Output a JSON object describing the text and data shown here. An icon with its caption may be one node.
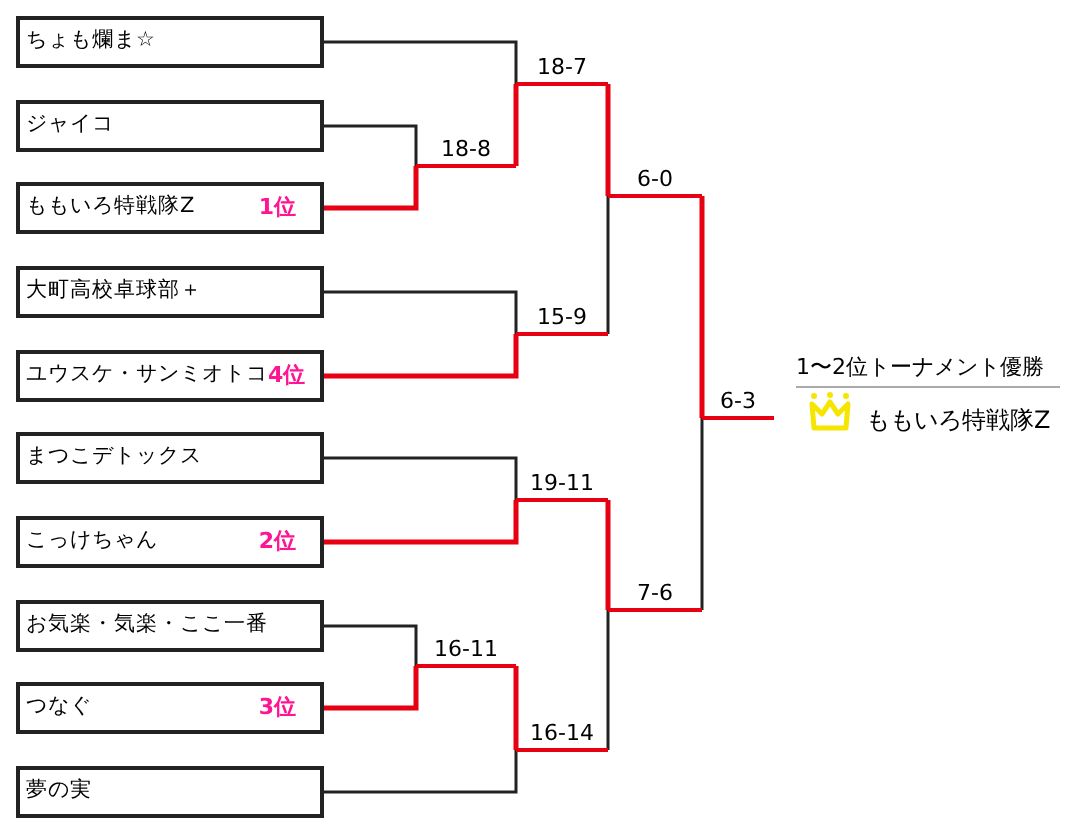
{
  "diagram": {
    "nodes": [
      {
        "text": [
          "ちょも爛ま☆"
        ]
      },
      {
        "text": [
          "ジャイコ"
        ]
      },
      {
        "text": [
          "ももいろ特戦隊Z",
          "1位"
        ]
      },
      {
        "text": [
          "大町高校卓球部＋"
        ]
      },
      {
        "text": [
          "ユウスケ・サンミオトコ",
          "4位"
        ]
      },
      {
        "text": [
          "まつこデトックス"
        ]
      },
      {
        "text": [
          "こっけちゃん",
          "2位"
        ]
      },
      {
        "text": [
          "お気楽・気楽・ここ一番"
        ]
      },
      {
        "text": [
          "つなぐ",
          "3位"
        ]
      },
      {
        "text": [
          "夢の実"
        ]
      },
      {
        "text": [
          "18-8"
        ]
      },
      {
        "text": [
          "18-7"
        ]
      },
      {
        "text": [
          "15-9"
        ]
      },
      {
        "text": [
          "6-0"
        ]
      },
      {
        "text": [
          "19-11"
        ]
      },
      {
        "text": [
          "16-11"
        ]
      },
      {
        "text": [
          "16-14"
        ]
      },
      {
        "text": [
          "7-6"
        ]
      },
      {
        "text": [
          "6-3"
        ]
      }
    ],
    "edges": [
      {
        "from": 1,
        "to": 10,
        "arrow": "none"
      },
      {
        "from": 2,
        "to": 10,
        "arrow": "none",
        "color": "#e60012"
      },
      {
        "from": 0,
        "to": 11,
        "arrow": "none"
      },
      {
        "from": 10,
        "to": 11,
        "arrow": "none",
        "color": "#e60012"
      },
      {
        "from": 3,
        "to": 12,
        "arrow": "none"
      },
      {
        "from": 4,
        "to": 12,
        "arrow": "none",
        "color": "#e60012"
      },
      {
        "from": 11,
        "to": 13,
        "arrow": "none",
        "color": "#e60012"
      },
      {
        "from": 12,
        "to": 13,
        "arrow": "none"
      },
      {
        "from": 5,
        "to": 14,
        "arrow": "none"
      },
      {
        "from": 6,
        "to": 14,
        "arrow": "none",
        "color": "#e60012"
      },
      {
        "from": 7,
        "to": 15,
        "arrow": "none"
      },
      {
        "from": 8,
        "to": 15,
        "arrow": "none",
        "color": "#e60012"
      },
      {
        "from": 15,
        "to": 16,
        "arrow": "none",
        "color": "#e60012"
      },
      {
        "from": 9,
        "to": 16,
        "arrow": "none"
      },
      {
        "from": 14,
        "to": 17,
        "arrow": "none",
        "color": "#e60012"
      },
      {
        "from": 16,
        "to": 17,
        "arrow": "none"
      },
      {
        "from": 13,
        "to": 18,
        "arrow": "none",
        "color": "#e60012"
      },
      {
        "from": 17,
        "to": 18,
        "arrow": "none"
      }
    ],
    "labels": [
      "1〜2位トーナメント優勝",
      "ももいろ特戦隊Z"
    ]
  }
}
